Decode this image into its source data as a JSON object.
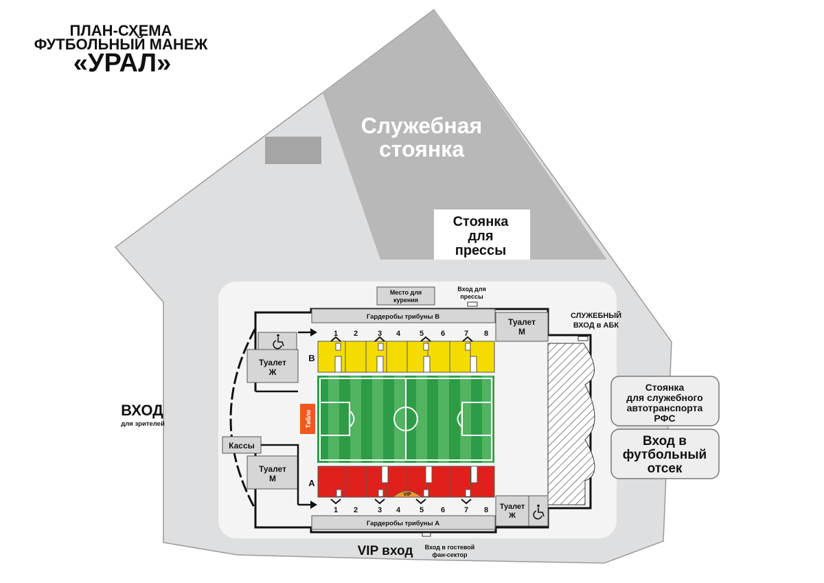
{
  "title": {
    "line1": "ПЛАН-СХЕМА",
    "line2": "ФУТБОЛЬНЫЙ МАНЕЖ",
    "line3": "«УРАЛ»"
  },
  "parking_service": {
    "line1": "Служебная",
    "line2": "стоянка"
  },
  "parking_press": {
    "line1": "Стоянка",
    "line2": "для",
    "line3": "прессы"
  },
  "smoking": {
    "line1": "Место для",
    "line2": "курения"
  },
  "press_entrance": {
    "line1": "Вход для",
    "line2": "прессы"
  },
  "wardrobe_b": "Гардеробы трибуны В",
  "wardrobe_a": "Гардеробы трибуны А",
  "toilet_m_top": {
    "line1": "Туалет",
    "line2": "М"
  },
  "toilet_w_left": {
    "line1": "Туалет",
    "line2": "Ж"
  },
  "toilet_m_left": {
    "line1": "Туалет",
    "line2": "М"
  },
  "toilet_w_bottom": {
    "line1": "Туалет",
    "line2": "Ж"
  },
  "service_entrance": {
    "line1": "СЛУЖЕБНЫЙ",
    "line2": "ВХОД в АБК"
  },
  "rfs_parking": {
    "line1": "Стоянка",
    "line2": "для служебного",
    "line3": "автотранспорта",
    "line4": "РФС"
  },
  "football_entrance": {
    "line1": "Вход в",
    "line2": "футбольный",
    "line3": "отсек"
  },
  "entrance": {
    "main": "ВХОД",
    "sub": "для зрителей"
  },
  "tickets": "Кассы",
  "scoreboard": "Табло",
  "stand_b": "В",
  "stand_a": "А",
  "vip_sector": "VIP",
  "vip_entrance": "VIP вход",
  "guest_entrance": {
    "line1": "Вход в гостевой",
    "line2": "фан-сектор"
  },
  "sector_numbers": [
    "1",
    "2",
    "3",
    "4",
    "5",
    "6",
    "7",
    "8"
  ],
  "icons": {
    "wheelchair": "wheelchair-icon"
  },
  "colors": {
    "ground": "#dedfe0",
    "parking": "#b8b8b9",
    "arena_bg": "#f4f4f4",
    "stand_b": "#f5dc00",
    "stand_a": "#e0211b",
    "pitch_dark": "#2e9c47",
    "pitch_light": "#52b360",
    "scoreboard": "#ee5a1e"
  }
}
